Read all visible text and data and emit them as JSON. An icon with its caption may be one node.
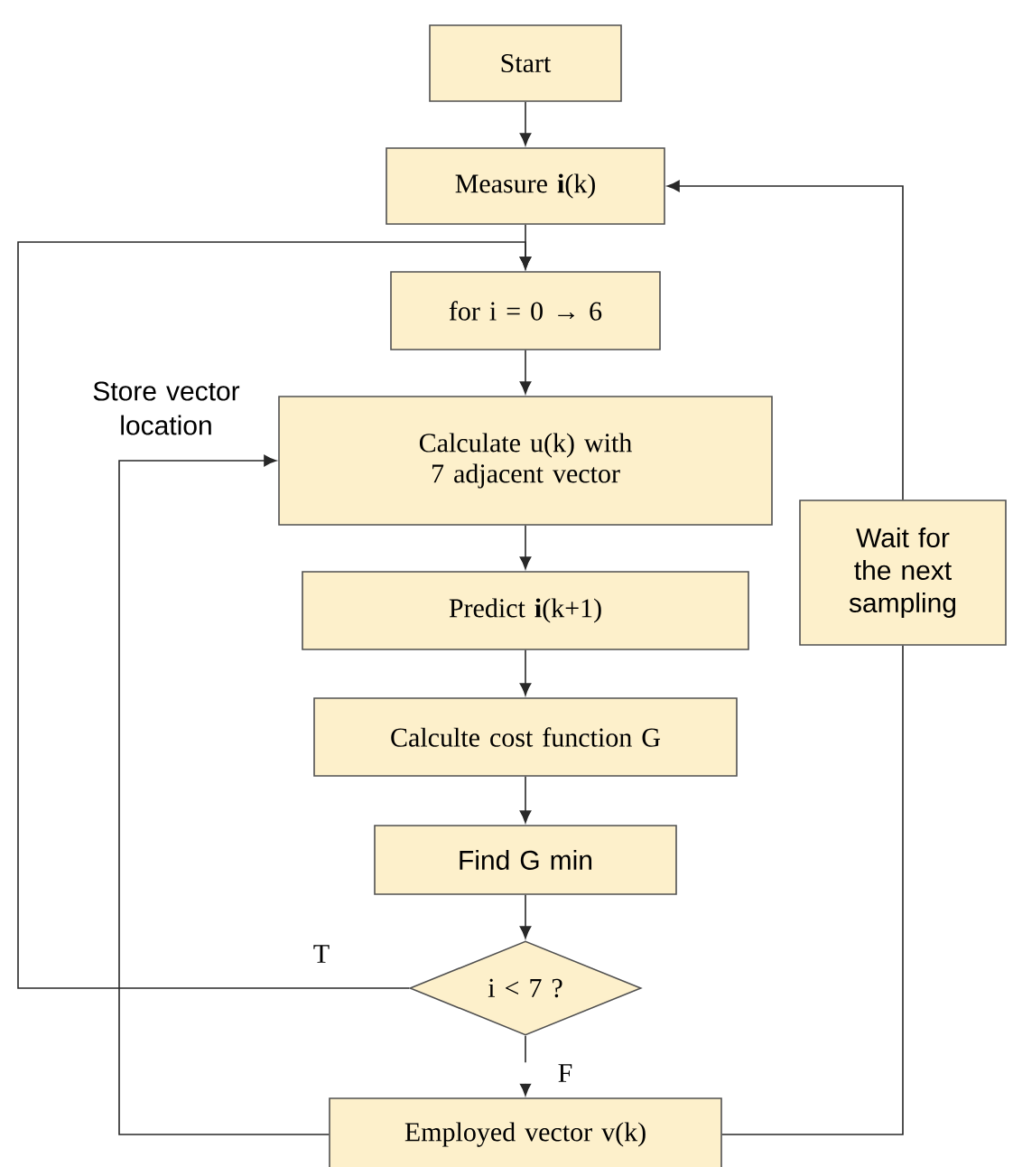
{
  "diagram": {
    "nodes": [
      {
        "text": [
          "Start"
        ]
      },
      {
        "text": [
          "Measure **i**(k)"
        ]
      },
      {
        "text": [
          "for i = 0 → 6"
        ]
      },
      {
        "text": [
          "Calculate u(k) with 7 adjacent vector"
        ]
      },
      {
        "text": [
          "Predict **i**(k+1)"
        ]
      },
      {
        "text": [
          "Calculte cost function G"
        ]
      },
      {
        "text": [
          "Find G min"
        ]
      },
      {
        "text": [
          "i < 7 ?"
        ]
      },
      {
        "text": [
          "Employed vector v(k)"
        ]
      },
      {
        "text": [
          "Wait for the next sampling"
        ]
      }
    ],
    "edges": [
      {
        "from": 0,
        "to": 1,
        "arrow": "to"
      },
      {
        "from": 1,
        "to": 2,
        "arrow": "to"
      },
      {
        "from": 2,
        "to": 3,
        "arrow": "to"
      },
      {
        "from": 3,
        "to": 4,
        "arrow": "to"
      },
      {
        "from": 4,
        "to": 5,
        "arrow": "to"
      },
      {
        "from": 5,
        "to": 6,
        "arrow": "to"
      },
      {
        "from": 6,
        "to": 7,
        "arrow": "to"
      },
      {
        "from": 7,
        "to": 2,
        "arrow": "to",
        "label": "T"
      },
      {
        "from": 7,
        "to": 8,
        "arrow": "to",
        "label": "F"
      },
      {
        "from": 8,
        "to": 3,
        "arrow": "to",
        "label": "Store vector location"
      },
      {
        "from": 8,
        "to": 9,
        "arrow": "none"
      },
      {
        "from": 9,
        "to": 1,
        "arrow": "to"
      }
    ]
  }
}
